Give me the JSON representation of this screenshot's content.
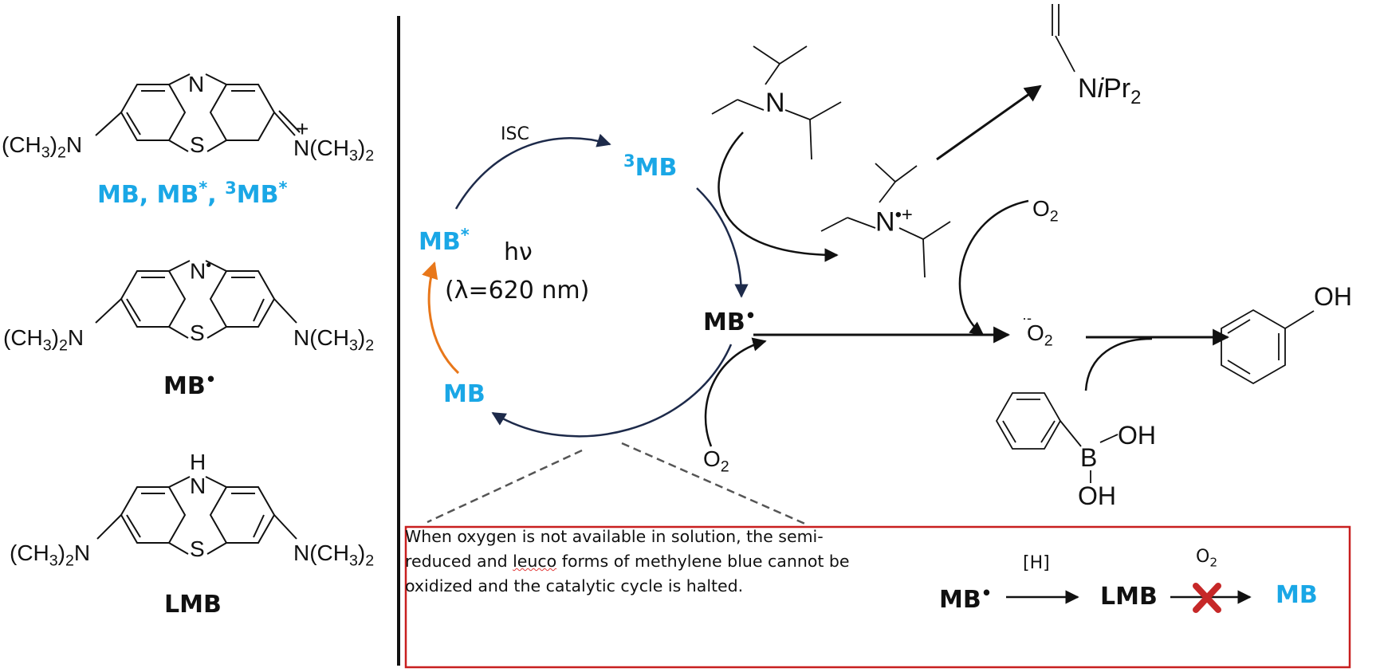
{
  "structures": {
    "mb": {
      "n_top": "N",
      "s": "S",
      "left_group": "(CH3)2N",
      "right_group": "N(CH3)2",
      "charge": "+",
      "caption": "MB, MB*, 3MB*"
    },
    "mb_radical": {
      "n_top": "N",
      "s": "S",
      "left_group": "(CH3)2N",
      "right_group": "N(CH3)2",
      "caption": "MB•"
    },
    "lmb": {
      "h": "H",
      "n_top": "N",
      "s": "S",
      "left_group": "(CH3)2N",
      "right_group": "N(CH3)2",
      "caption": "LMB"
    }
  },
  "cycle": {
    "isc": "ISC",
    "triplet": "3MB",
    "excited": "MB*",
    "hv": "hν",
    "wavelength": "(λ=620 nm)",
    "ground": "MB",
    "radical": "MB•",
    "o2_bottom": "O2"
  },
  "right_scheme": {
    "amine_n": "N",
    "radical_cation_n": "N•+",
    "enamine_label": "NiPr2",
    "o2_top": "O2",
    "superoxide": "O2•−",
    "phenol_oh": "OH",
    "boronic_b": "B",
    "boronic_oh1": "OH",
    "boronic_oh2": "OH"
  },
  "note": {
    "text_before": "When oxygen is not available in solution, the semi-reduced and ",
    "text_squiggle": "leuco",
    "text_after": " forms of methylene blue cannot be oxidized and the catalytic cycle is halted.",
    "mini_scheme": {
      "start": "MB•",
      "reagent": "[H]",
      "middle": "LMB",
      "blocked_reagent": "O2",
      "end": "MB"
    }
  },
  "colors": {
    "accent_blue": "#1aa7e6",
    "arrow_orange": "#e8771a",
    "arc_navy": "#1d2a4a",
    "box_red": "#c81f1f",
    "cross_red": "#c62828"
  }
}
